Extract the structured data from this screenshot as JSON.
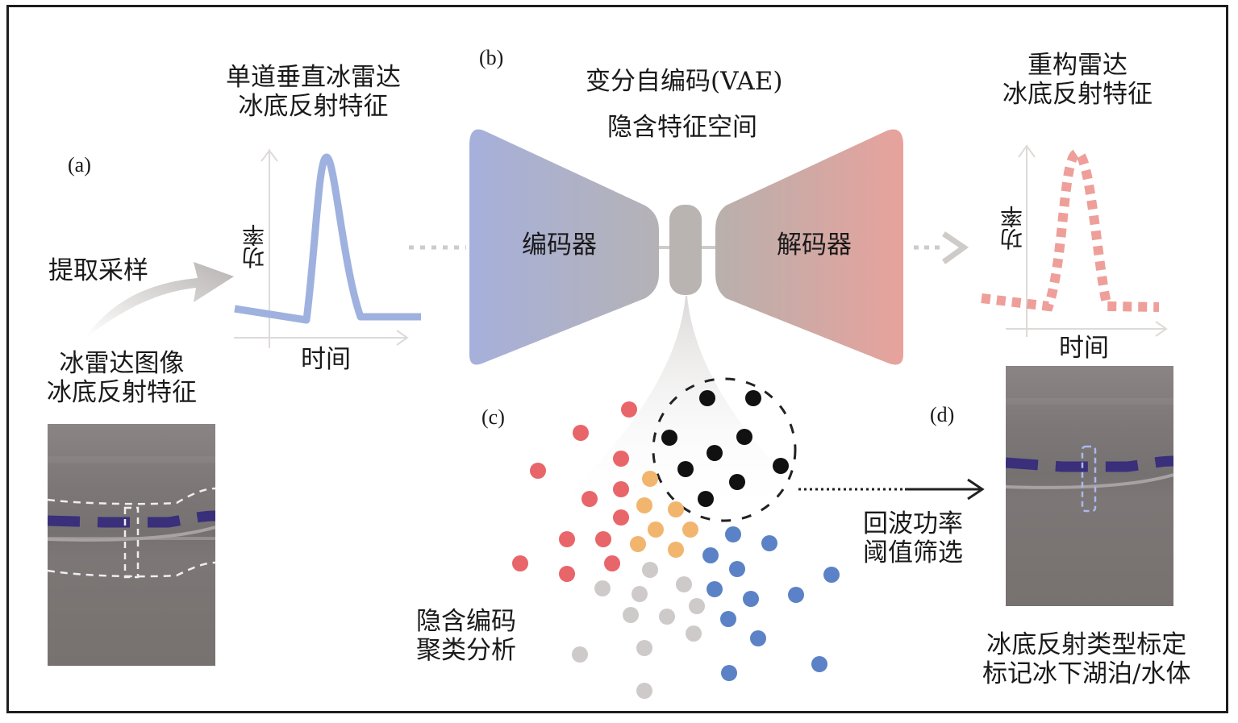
{
  "panels": {
    "a": {
      "tag": "(a)",
      "extract_label": "提取采样",
      "image_caption": [
        "冰雷达图像",
        "冰底反射特征"
      ],
      "trace_title": [
        "单道垂直冰雷达",
        "冰底反射特征"
      ],
      "y_axis": "功率",
      "x_axis": "时间"
    },
    "b": {
      "tag": "(b)",
      "title": "变分自编码(VAE)",
      "subtitle": "隐含特征空间",
      "encoder": "编码器",
      "decoder": "解码器",
      "recon_title": [
        "重构雷达",
        "冰底反射特征"
      ],
      "y_axis": "功率",
      "x_axis": "时间"
    },
    "c": {
      "tag": "(c)",
      "caption": [
        "隐含编码",
        "聚类分析"
      ]
    },
    "d": {
      "tag": "(d)",
      "filter_label": [
        "回波功率",
        "阈值筛选"
      ],
      "caption": [
        "冰底反射类型标定",
        "标记冰下湖泊/水体"
      ]
    }
  },
  "colors": {
    "encoder": "#a7b1d9",
    "decoder": "#e6a29d",
    "latent": "#b9b4b2",
    "trace": "#9fb1de",
    "recon": "#ee9f9a",
    "cluster_red": "#e8656a",
    "cluster_orange": "#f2b56e",
    "cluster_blue": "#5b82c6",
    "cluster_gray": "#cfcaca",
    "cluster_black": "#111111",
    "bed_line": "#3a2f7a",
    "radar_bg": "#7a7574"
  },
  "clusters": [
    {
      "name": "red",
      "color": "#e8656a",
      "points": [
        [
          780,
          508
        ],
        [
          720,
          537
        ],
        [
          667,
          584
        ],
        [
          770,
          569
        ],
        [
          770,
          607
        ],
        [
          731,
          619
        ],
        [
          770,
          642
        ],
        [
          703,
          669
        ],
        [
          748,
          669
        ],
        [
          645,
          699
        ],
        [
          703,
          712
        ],
        [
          759,
          699
        ]
      ]
    },
    {
      "name": "orange",
      "color": "#f2b56e",
      "points": [
        [
          806,
          594
        ],
        [
          799,
          627
        ],
        [
          838,
          632
        ],
        [
          813,
          657
        ],
        [
          856,
          657
        ],
        [
          791,
          675
        ],
        [
          838,
          682
        ]
      ]
    },
    {
      "name": "blue",
      "color": "#5b82c6",
      "points": [
        [
          909,
          663
        ],
        [
          954,
          674
        ],
        [
          881,
          689
        ],
        [
          914,
          706
        ],
        [
          1031,
          713
        ],
        [
          886,
          731
        ],
        [
          931,
          743
        ],
        [
          987,
          738
        ],
        [
          903,
          768
        ],
        [
          940,
          792
        ],
        [
          1016,
          824
        ],
        [
          904,
          835
        ]
      ]
    },
    {
      "name": "gray",
      "color": "#cfcaca",
      "points": [
        [
          806,
          707
        ],
        [
          848,
          725
        ],
        [
          747,
          730
        ],
        [
          793,
          737
        ],
        [
          864,
          752
        ],
        [
          782,
          763
        ],
        [
          827,
          765
        ],
        [
          860,
          786
        ],
        [
          719,
          812
        ],
        [
          799,
          804
        ],
        [
          799,
          857
        ]
      ]
    },
    {
      "name": "black",
      "color": "#111111",
      "points": [
        [
          877,
          494
        ],
        [
          934,
          494
        ],
        [
          830,
          543
        ],
        [
          923,
          542
        ],
        [
          886,
          562
        ],
        [
          850,
          582
        ],
        [
          968,
          578
        ],
        [
          914,
          598
        ],
        [
          875,
          619
        ]
      ]
    }
  ]
}
